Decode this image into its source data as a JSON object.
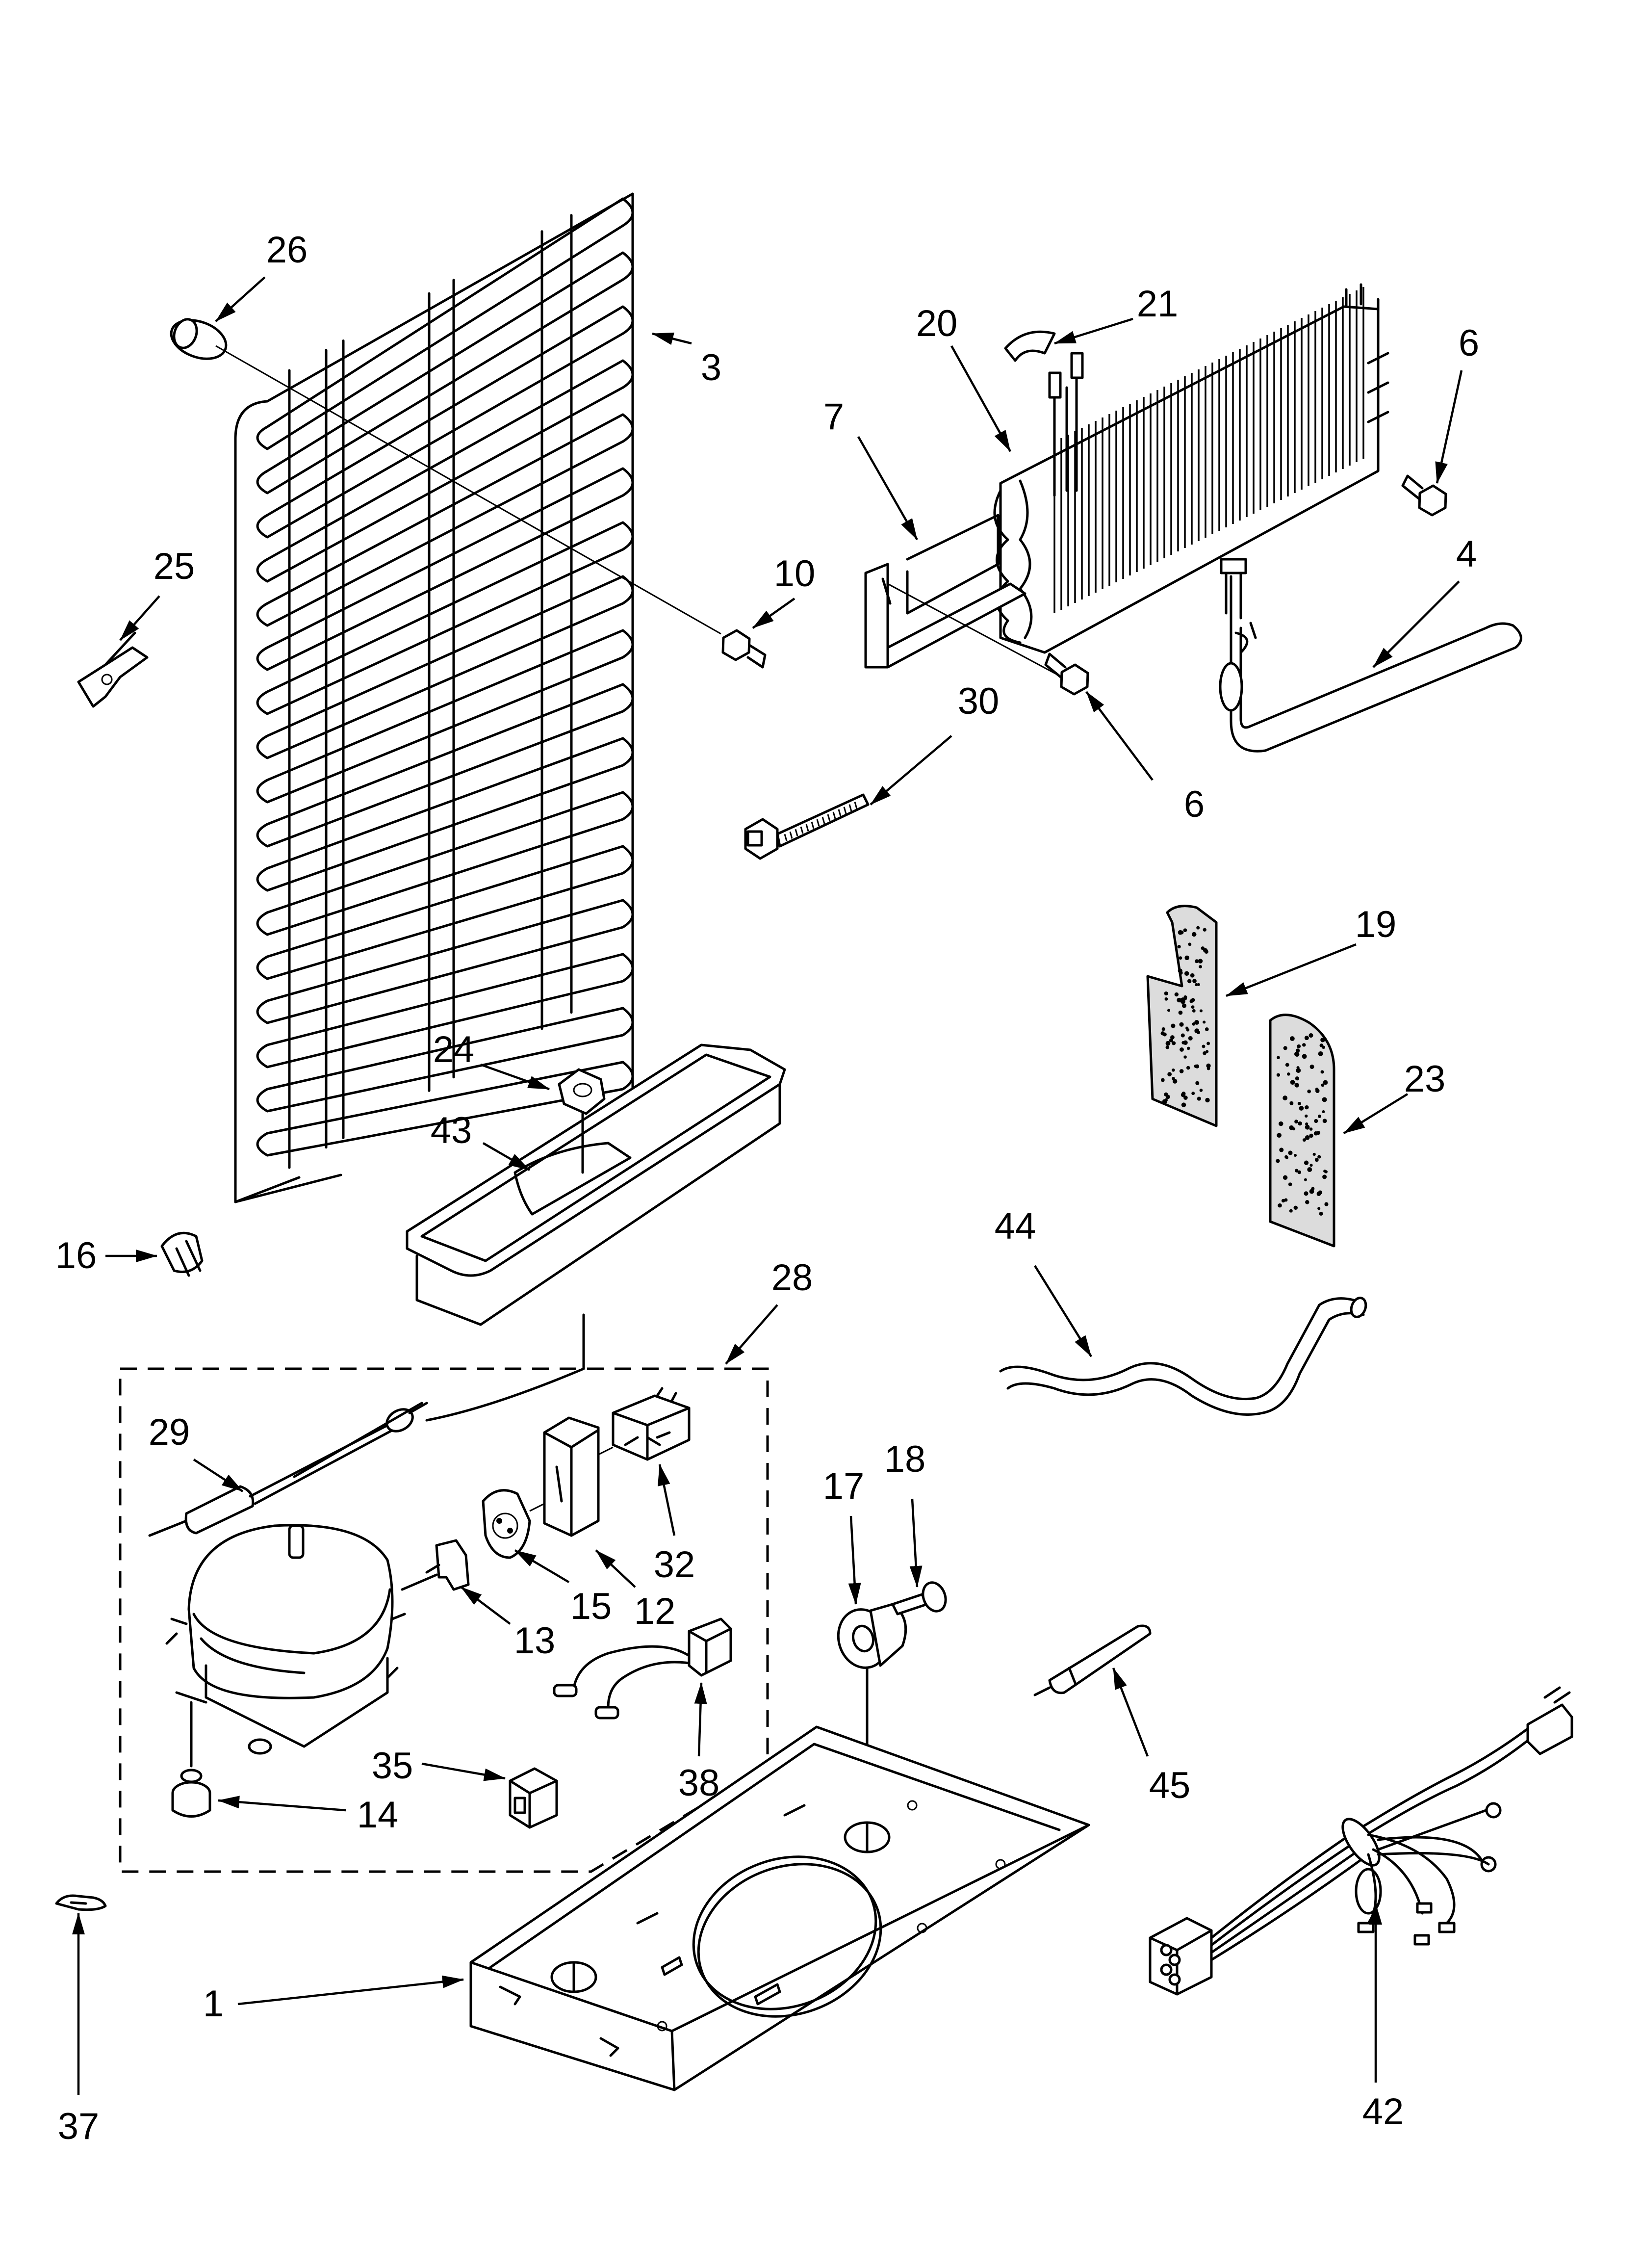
{
  "callouts": [
    {
      "id": "26",
      "label": "26"
    },
    {
      "id": "3",
      "label": "3"
    },
    {
      "id": "25",
      "label": "25"
    },
    {
      "id": "10",
      "label": "10"
    },
    {
      "id": "21",
      "label": "21"
    },
    {
      "id": "20",
      "label": "20"
    },
    {
      "id": "7",
      "label": "7"
    },
    {
      "id": "6a",
      "label": "6"
    },
    {
      "id": "6b",
      "label": "6"
    },
    {
      "id": "4",
      "label": "4"
    },
    {
      "id": "30",
      "label": "30"
    },
    {
      "id": "19",
      "label": "19"
    },
    {
      "id": "23",
      "label": "23"
    },
    {
      "id": "24",
      "label": "24"
    },
    {
      "id": "43",
      "label": "43"
    },
    {
      "id": "16",
      "label": "16"
    },
    {
      "id": "28",
      "label": "28"
    },
    {
      "id": "44",
      "label": "44"
    },
    {
      "id": "29",
      "label": "29"
    },
    {
      "id": "17",
      "label": "17"
    },
    {
      "id": "18",
      "label": "18"
    },
    {
      "id": "32",
      "label": "32"
    },
    {
      "id": "15",
      "label": "15"
    },
    {
      "id": "12",
      "label": "12"
    },
    {
      "id": "13",
      "label": "13"
    },
    {
      "id": "35",
      "label": "35"
    },
    {
      "id": "38",
      "label": "38"
    },
    {
      "id": "14",
      "label": "14"
    },
    {
      "id": "45",
      "label": "45"
    },
    {
      "id": "37",
      "label": "37"
    },
    {
      "id": "1",
      "label": "1"
    },
    {
      "id": "42",
      "label": "42"
    }
  ]
}
